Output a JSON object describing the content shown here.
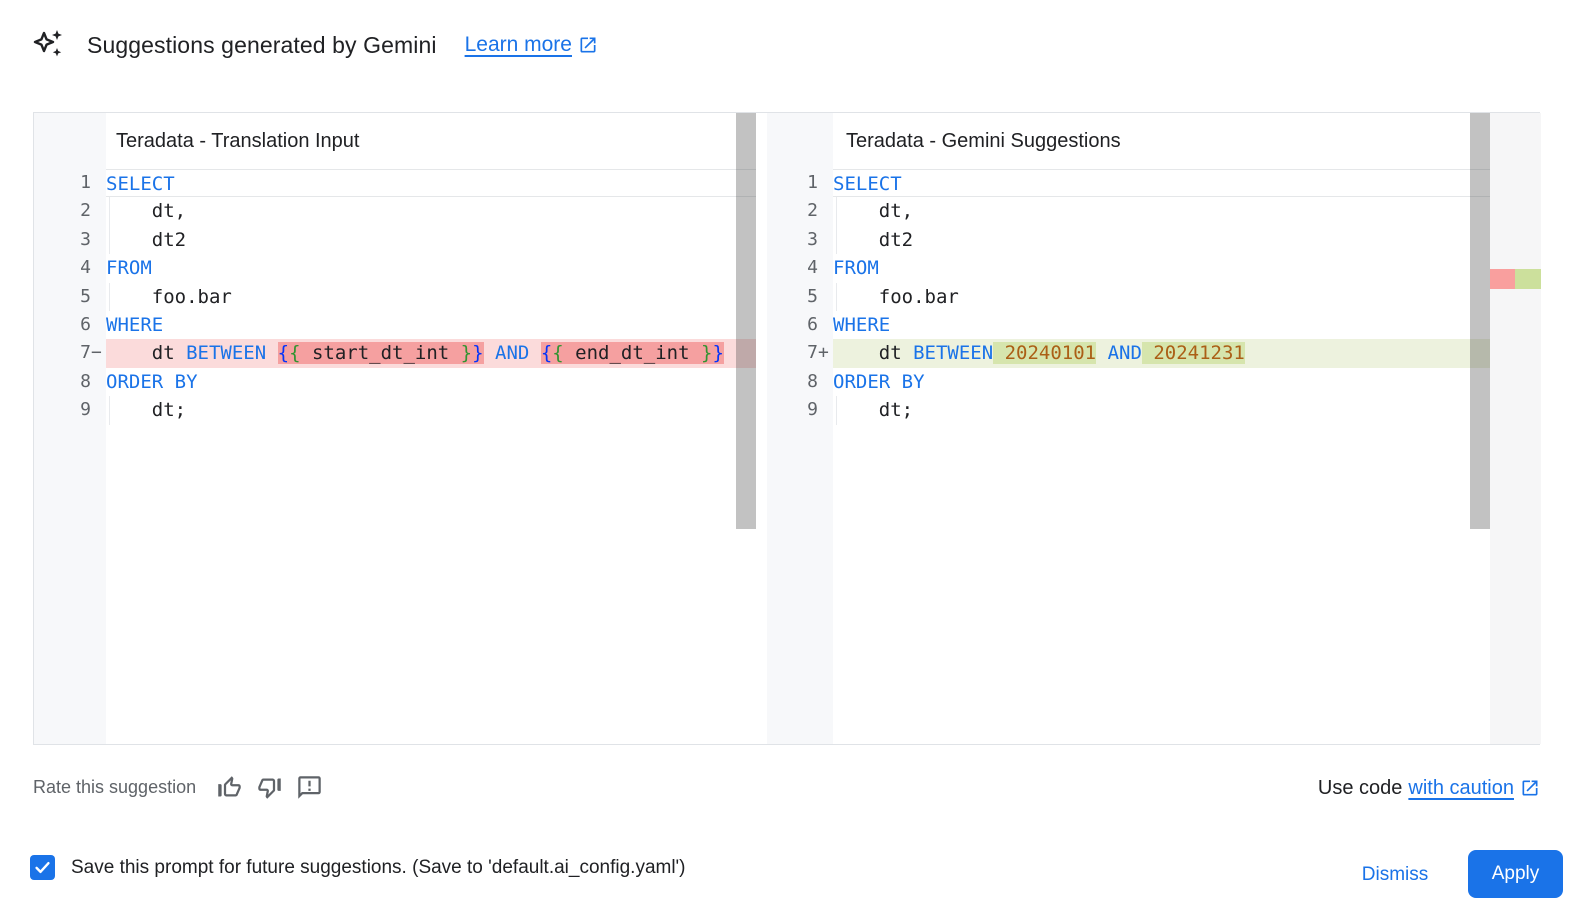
{
  "header": {
    "title": "Suggestions generated by Gemini",
    "learn_more_label": "Learn more",
    "sparkle_icon": "gemini-sparkle-icon",
    "external_link_icon": "open-in-new-icon"
  },
  "diff": {
    "panels": [
      {
        "title": "Teradata - Translation Input",
        "lines": [
          {
            "num": 1,
            "sign": "",
            "cur": 1,
            "tokens": [
              [
                "kw",
                "SELECT"
              ]
            ]
          },
          {
            "num": 2,
            "sign": "",
            "ind": 1,
            "tokens": [
              [
                "pl",
                "    dt,"
              ]
            ]
          },
          {
            "num": 3,
            "sign": "",
            "ind": 1,
            "tokens": [
              [
                "pl",
                "    dt2"
              ]
            ]
          },
          {
            "num": 4,
            "sign": "",
            "tokens": [
              [
                "kw",
                "FROM"
              ]
            ]
          },
          {
            "num": 5,
            "sign": "",
            "ind": 1,
            "tokens": [
              [
                "pl",
                "    foo.bar"
              ]
            ]
          },
          {
            "num": 6,
            "sign": "",
            "tokens": [
              [
                "kw",
                "WHERE"
              ]
            ]
          },
          {
            "num": 7,
            "sign": "−",
            "diff": "del",
            "tokens": [
              [
                "pl",
                "    dt ",
                0
              ],
              [
                "kw",
                "BETWEEN",
                0
              ],
              [
                "pl",
                " ",
                0
              ],
              [
                "bb",
                "{",
                1
              ],
              [
                "bg",
                "{",
                1
              ],
              [
                "pl",
                " start_dt_int ",
                1
              ],
              [
                "bg",
                "}",
                1
              ],
              [
                "bb",
                "}",
                1
              ],
              [
                "pl",
                " ",
                0
              ],
              [
                "kw",
                "AND",
                0
              ],
              [
                "pl",
                " ",
                0
              ],
              [
                "bb",
                "{",
                1
              ],
              [
                "bg",
                "{",
                1
              ],
              [
                "pl",
                " end_dt_int ",
                1
              ],
              [
                "bg",
                "}",
                1
              ],
              [
                "bb",
                "}",
                1
              ]
            ]
          },
          {
            "num": 8,
            "sign": "",
            "tokens": [
              [
                "kw",
                "ORDER BY"
              ]
            ]
          },
          {
            "num": 9,
            "sign": "",
            "ind": 1,
            "tokens": [
              [
                "pl",
                "    dt;"
              ]
            ]
          }
        ]
      },
      {
        "title": "Teradata - Gemini Suggestions",
        "lines": [
          {
            "num": 1,
            "sign": "",
            "cur": 1,
            "tokens": [
              [
                "kw",
                "SELECT"
              ]
            ]
          },
          {
            "num": 2,
            "sign": "",
            "ind": 1,
            "tokens": [
              [
                "pl",
                "    dt,"
              ]
            ]
          },
          {
            "num": 3,
            "sign": "",
            "ind": 1,
            "tokens": [
              [
                "pl",
                "    dt2"
              ]
            ]
          },
          {
            "num": 4,
            "sign": "",
            "tokens": [
              [
                "kw",
                "FROM"
              ]
            ]
          },
          {
            "num": 5,
            "sign": "",
            "ind": 1,
            "tokens": [
              [
                "pl",
                "    foo.bar"
              ]
            ]
          },
          {
            "num": 6,
            "sign": "",
            "tokens": [
              [
                "kw",
                "WHERE"
              ]
            ]
          },
          {
            "num": 7,
            "sign": "+",
            "diff": "add",
            "tokens": [
              [
                "pl",
                "    dt ",
                0
              ],
              [
                "kw",
                "BETWEEN",
                0
              ],
              [
                "pl",
                " ",
                1
              ],
              [
                "num",
                "20240101",
                1
              ],
              [
                "pl",
                " ",
                0
              ],
              [
                "kw",
                "AND",
                0
              ],
              [
                "pl",
                " ",
                1
              ],
              [
                "num",
                "20241231",
                1
              ]
            ]
          },
          {
            "num": 8,
            "sign": "",
            "tokens": [
              [
                "kw",
                "ORDER BY"
              ]
            ]
          },
          {
            "num": 9,
            "sign": "",
            "ind": 1,
            "tokens": [
              [
                "pl",
                "    dt;"
              ]
            ]
          }
        ]
      }
    ],
    "overview_ruler": {
      "removed_color": "#f99f9e",
      "added_color": "#cce09c"
    }
  },
  "rate": {
    "label": "Rate this suggestion",
    "icons": [
      "thumb-up-icon",
      "thumb-down-icon",
      "feedback-icon"
    ]
  },
  "use_code": {
    "prefix": "Use code",
    "link_label": "with caution"
  },
  "footer": {
    "checkbox_checked": true,
    "save_label": "Save this prompt for future suggestions. (Save to 'default.ai_config.yaml')",
    "dismiss_label": "Dismiss",
    "apply_label": "Apply"
  },
  "colors": {
    "accent_blue": "#1a73e8",
    "keyword": "#1a73e8",
    "number_literal": "#ab5f16",
    "removed_line_bg": "#fbdbdb",
    "removed_char_bg": "#f5a0a0",
    "added_line_bg": "#edf2de",
    "added_char_bg": "#d6e5ad",
    "gutter_bg": "#f7f8fa",
    "text_primary": "#202124",
    "text_secondary": "#5f6368"
  }
}
